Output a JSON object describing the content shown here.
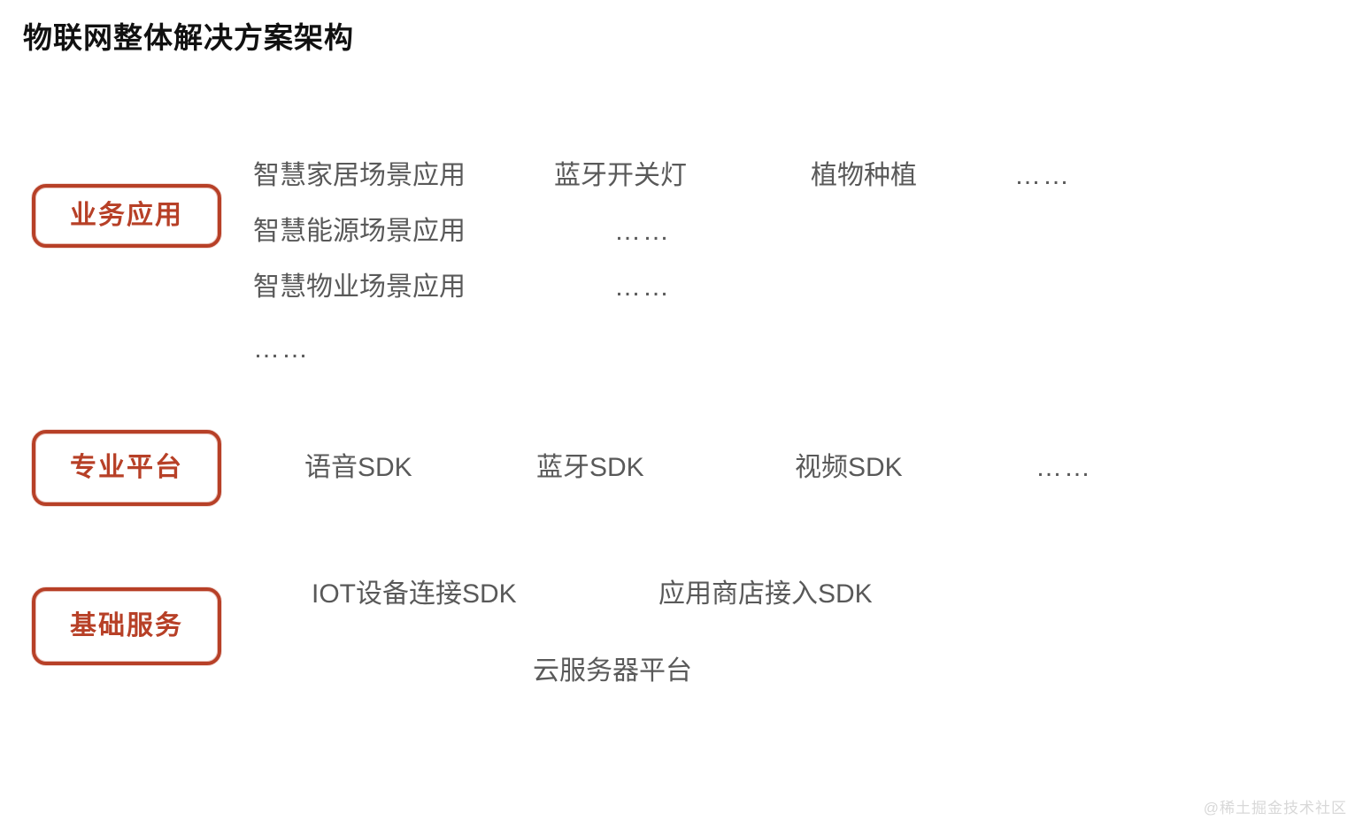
{
  "slide": {
    "title": "物联网整体解决方案架构",
    "watermark": "@稀土掘金技术社区",
    "accent_color": "#B5422A",
    "text_color": "#595959",
    "title_color": "#111111",
    "background_color": "#FFFFFF"
  },
  "layers": [
    {
      "badge": "业务应用",
      "rows": [
        {
          "items": [
            "智慧家居场景应用",
            "蓝牙开关灯",
            "植物种植",
            "……"
          ]
        },
        {
          "items": [
            "智慧能源场景应用",
            "……"
          ]
        },
        {
          "items": [
            "智慧物业场景应用",
            "……"
          ]
        },
        {
          "items": [
            "……"
          ]
        }
      ]
    },
    {
      "badge": "专业平台",
      "rows": [
        {
          "items": [
            "语音SDK",
            "蓝牙SDK",
            "视频SDK",
            "……"
          ]
        }
      ]
    },
    {
      "badge": "基础服务",
      "rows": [
        {
          "items": [
            "IOT设备连接SDK",
            "应用商店接入SDK"
          ]
        },
        {
          "items": [
            "云服务器平台"
          ]
        }
      ]
    }
  ]
}
